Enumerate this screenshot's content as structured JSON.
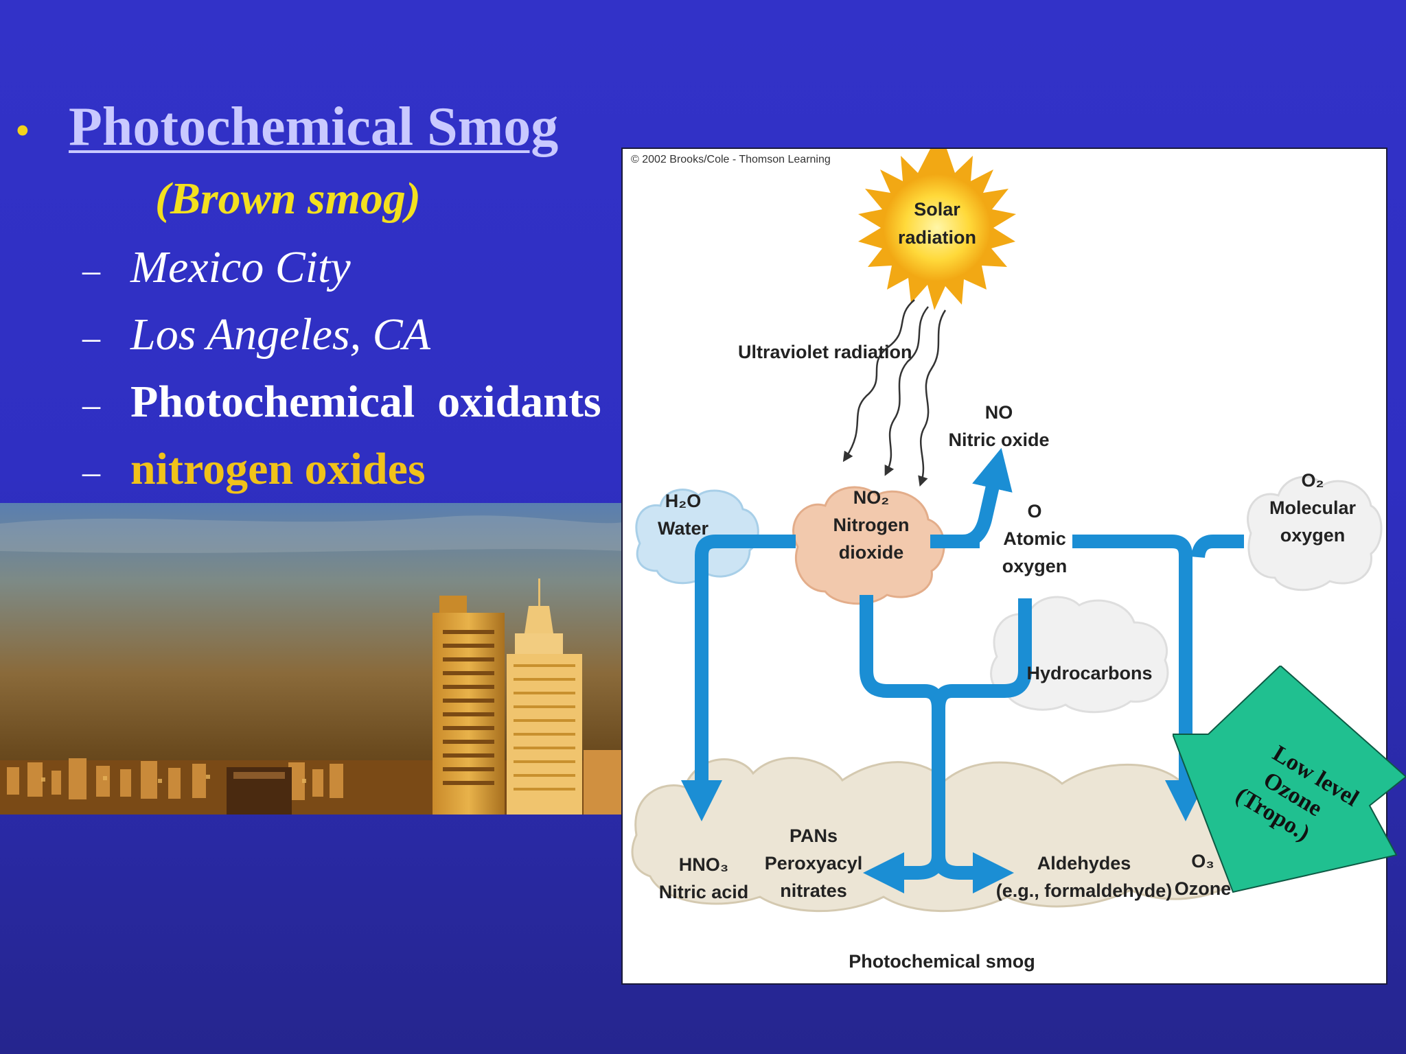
{
  "slide": {
    "bullet_symbol": "•",
    "heading": "Photochemical Smog",
    "subheading": "(Brown smog)",
    "items": [
      {
        "dash": "–",
        "text": "Mexico City"
      },
      {
        "dash": "–",
        "text": "Los Angeles, CA"
      },
      {
        "dash": "–",
        "text": "Photochemical  oxidants"
      },
      {
        "dash": "–",
        "text": "nitrogen oxides"
      }
    ]
  },
  "diagram": {
    "copyright": "© 2002 Brooks/Cole - Thomson Learning",
    "solar": [
      "Solar",
      "radiation"
    ],
    "uv_label": "Ultraviolet radiation",
    "no": [
      "NO",
      "Nitric oxide"
    ],
    "h2o": [
      "H₂O",
      "Water"
    ],
    "no2": [
      "NO₂",
      "Nitrogen",
      "dioxide"
    ],
    "o_atomic": [
      "O",
      "Atomic",
      "oxygen"
    ],
    "o2": [
      "O₂",
      "Molecular",
      "oxygen"
    ],
    "hydrocarbons": "Hydrocarbons",
    "hno3": [
      "HNO₃",
      "Nitric acid"
    ],
    "pans": [
      "PANs",
      "Peroxyacyl",
      "nitrates"
    ],
    "aldehydes": [
      "Aldehydes",
      "(e.g., formaldehyde)"
    ],
    "o3": [
      "O₃",
      "Ozone"
    ],
    "smog_label": "Photochemical smog"
  },
  "callout": {
    "lines": [
      "Low level",
      "Ozone",
      "(Tropo.)"
    ],
    "color": "#20c090"
  },
  "colors": {
    "arrow_blue": "#1b8ed4",
    "heading_gold": "#f3d21b",
    "bullet_gold": "#f0c21a"
  }
}
